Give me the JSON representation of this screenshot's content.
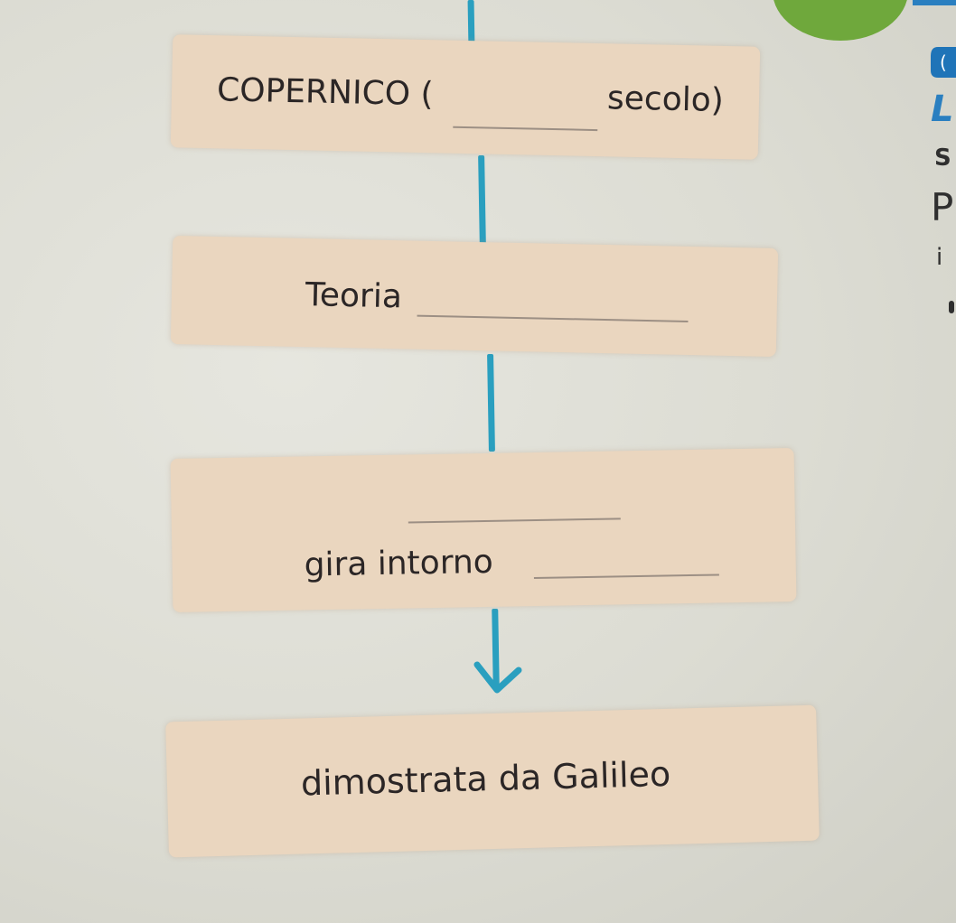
{
  "diagram": {
    "nodes": [
      {
        "id": "copernico",
        "parts": [
          "COPERNICO (",
          "secolo)"
        ]
      },
      {
        "id": "teoria",
        "parts": [
          "Teoria"
        ]
      },
      {
        "id": "gira",
        "parts": [
          "gira intorno"
        ]
      },
      {
        "id": "galileo",
        "parts": [
          "dimostrata da Galileo"
        ]
      }
    ],
    "edges": [
      {
        "from": "copernico",
        "to": "teoria",
        "arrow": false
      },
      {
        "from": "teoria",
        "to": "gira",
        "arrow": false
      },
      {
        "from": "gira",
        "to": "galileo",
        "arrow": true
      }
    ],
    "connector_color": "#2a9fbf",
    "box_color": "#ead6bf"
  },
  "side_fragments": [
    "L",
    "S",
    "P",
    "i"
  ]
}
